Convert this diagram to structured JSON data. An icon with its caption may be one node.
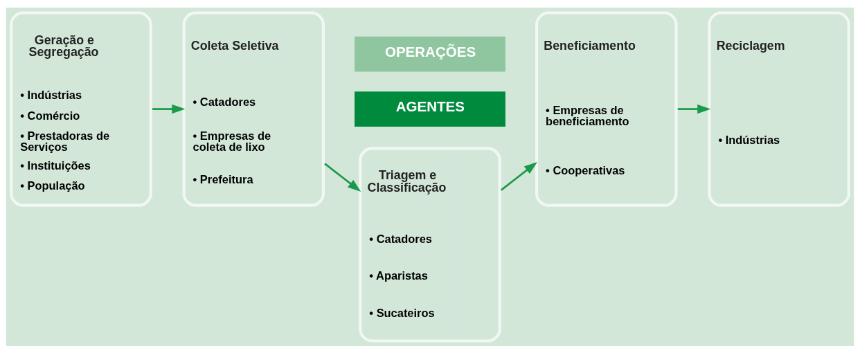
{
  "diagram": {
    "nodes": [
      {
        "text": [
          "OPERAÇÕES"
        ]
      },
      {
        "text": [
          "AGENTES"
        ]
      },
      {
        "text": [
          "Geração e Segregação",
          "• Indústrias",
          "• Comércio",
          "• Prestadoras de Serviços",
          "• Instituições",
          "• População"
        ]
      },
      {
        "text": [
          "Coleta Seletiva",
          "• Catadores",
          "• Empresas de coleta de lixo",
          "• Prefeitura"
        ]
      },
      {
        "text": [
          "Triagem e Classificação",
          "• Catadores",
          "• Aparistas",
          "• Sucateiros"
        ]
      },
      {
        "text": [
          "Beneficiamento",
          "• Empresas de beneficiamento",
          "• Cooperativas"
        ]
      },
      {
        "text": [
          "Reciclagem",
          "• Indústrias"
        ]
      }
    ],
    "edges": [
      {
        "from": 2,
        "to": 3,
        "arrow": "to"
      },
      {
        "from": 3,
        "to": 4,
        "arrow": "to"
      },
      {
        "from": 4,
        "to": 5,
        "arrow": "to"
      },
      {
        "from": 5,
        "to": 6,
        "arrow": "to"
      }
    ]
  }
}
